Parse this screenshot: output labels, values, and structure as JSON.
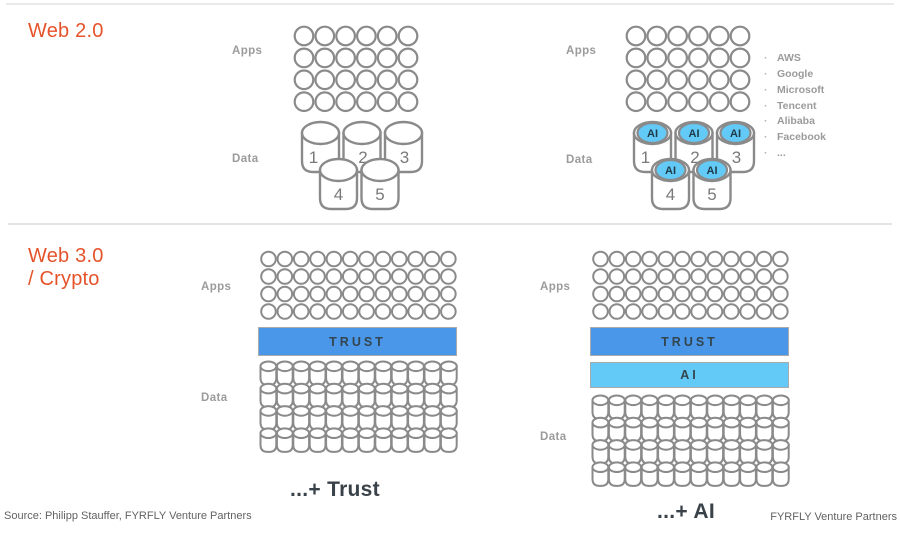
{
  "sections": [
    {
      "title": "Web 2.0",
      "left": {
        "apps_label": "Apps",
        "data_label": "Data",
        "apps_grid": {
          "rows": 4,
          "cols": 6
        },
        "cylinders": [
          "1",
          "2",
          "3",
          "4",
          "5"
        ],
        "ai_badges": false
      },
      "right": {
        "apps_label": "Apps",
        "data_label": "Data",
        "apps_grid": {
          "rows": 4,
          "cols": 6
        },
        "cylinders": [
          "1",
          "2",
          "3",
          "4",
          "5"
        ],
        "ai_badges": true,
        "ai_badge_label": "AI",
        "providers": {
          "bullet": "·",
          "items": [
            "AWS",
            "Google",
            "Microsoft",
            "Tencent",
            "Alibaba",
            "Facebook",
            "..."
          ]
        }
      }
    },
    {
      "title_line1": "Web 3.0",
      "title_line2": "/ Crypto",
      "left": {
        "apps_label": "Apps",
        "data_label": "Data",
        "apps_grid": {
          "rows": 4,
          "cols": 12
        },
        "bars": [
          {
            "label": "TRUST",
            "color": "#4A96E8"
          }
        ],
        "data_grid": {
          "rows": 4,
          "cols": 12
        },
        "caption": "...+ Trust"
      },
      "right": {
        "apps_label": "Apps",
        "data_label": "Data",
        "apps_grid": {
          "rows": 4,
          "cols": 12
        },
        "bars": [
          {
            "label": "TRUST",
            "color": "#4A96E8"
          },
          {
            "label": "AI",
            "color": "#63C9F7"
          }
        ],
        "data_grid": {
          "rows": 4,
          "cols": 12
        },
        "caption": "...+ AI"
      }
    }
  ],
  "footer": {
    "source": "Source: Philipp Stauffer, FYRFLY Venture Partners",
    "brand": "FYRFLY Venture Partners"
  },
  "colors": {
    "accent_orange": "#E5532B",
    "trust_blue": "#4A96E8",
    "ai_blue": "#63C9F7",
    "shape_stroke": "#8A8A8A",
    "label_gray": "#9B9B9B"
  }
}
